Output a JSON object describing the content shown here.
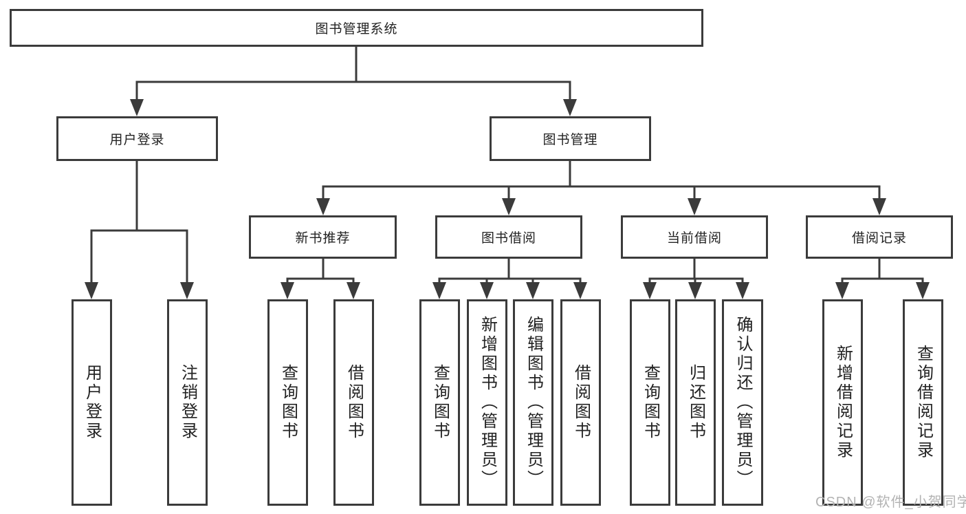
{
  "root": {
    "label": "图书管理系统"
  },
  "branches": [
    {
      "label": "用户登录",
      "children": [
        {
          "label": "用户登录"
        },
        {
          "label": "注销登录"
        }
      ]
    },
    {
      "label": "图书管理",
      "children": [
        {
          "label": "新书推荐",
          "children": [
            {
              "label": "查询图书"
            },
            {
              "label": "借阅图书"
            }
          ]
        },
        {
          "label": "图书借阅",
          "children": [
            {
              "label": "查询图书"
            },
            {
              "label": "新增图书（管理员）"
            },
            {
              "label": "编辑图书（管理员）"
            },
            {
              "label": "借阅图书"
            }
          ]
        },
        {
          "label": "当前借阅",
          "children": [
            {
              "label": "查询图书"
            },
            {
              "label": "归还图书"
            },
            {
              "label": "确认归还（管理员）"
            }
          ]
        },
        {
          "label": "借阅记录",
          "children": [
            {
              "label": "新增借阅记录"
            },
            {
              "label": "查询借阅记录"
            }
          ]
        }
      ]
    }
  ],
  "watermark": "CSDN @软件_小贺同学",
  "colors": {
    "line": "#3b3b3b",
    "box_border": "#3b3b3b",
    "box_fill": "#ffffff",
    "text": "#222222",
    "watermark": "#b3b3b3"
  }
}
